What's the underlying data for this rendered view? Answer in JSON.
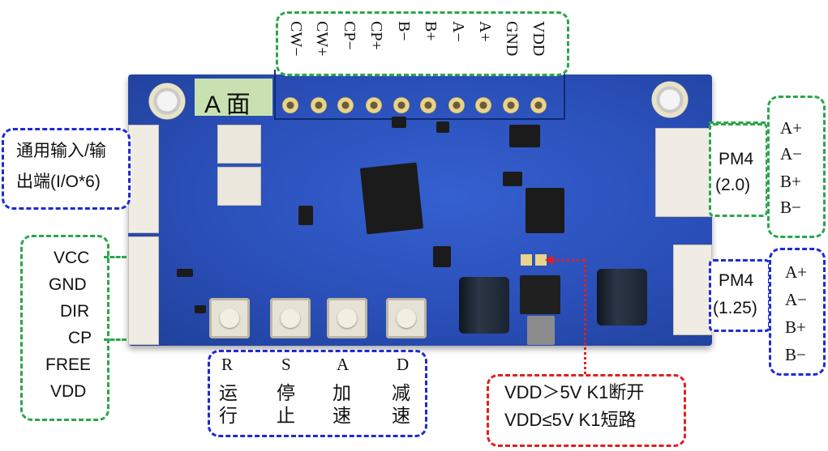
{
  "board": {
    "side_label": "A 面",
    "top_pins": [
      "CW−",
      "CW+",
      "CP−",
      "CP+",
      "B−",
      "B+",
      "A−",
      "A+",
      "GND",
      "VDD"
    ],
    "io_label_line1": "通用输入/输",
    "io_label_line2": "出端(I/O*6)",
    "left_pins": [
      "VCC",
      "GND",
      "DIR",
      "CP",
      "FREE",
      "VDD"
    ],
    "pm4_20_line1": "PM4",
    "pm4_20_line2": "(2.0)",
    "pm4_20_pins": [
      "A+",
      "A−",
      "B+",
      "B−"
    ],
    "pm4_125_line1": "PM4",
    "pm4_125_line2": "(1.25)",
    "pm4_125_pins": [
      "A+",
      "A−",
      "B+",
      "B−"
    ],
    "buttons": [
      {
        "key": "R",
        "line1": "运",
        "line2": "行"
      },
      {
        "key": "S",
        "line1": "停",
        "line2": "止"
      },
      {
        "key": "A",
        "line1": "加",
        "line2": "速"
      },
      {
        "key": "D",
        "line1": "减",
        "line2": "速"
      }
    ],
    "jumper_line1": "VDD＞5V  K1断开",
    "jumper_line2": "VDD≤5V  K1短路"
  }
}
